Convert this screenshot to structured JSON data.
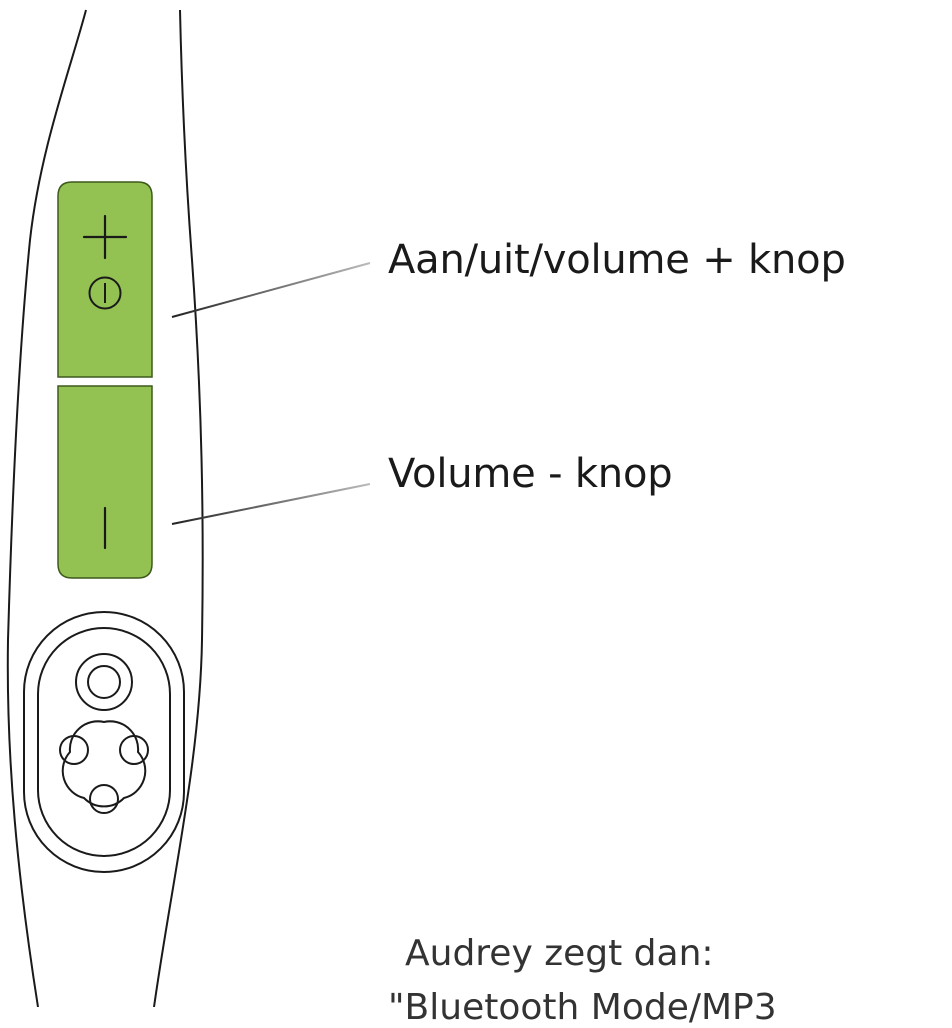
{
  "labels": {
    "power_volume_up": "Aan/uit/volume + knop",
    "volume_down": "Volume - knop"
  },
  "note": {
    "line1": "Audrey zegt dan:",
    "line2": "\"Bluetooth Mode/MP3"
  },
  "colors": {
    "button_fill": "#93c152",
    "button_stroke": "#3d5a1c",
    "outline": "#1a1a1a",
    "leader_line": "#555555"
  },
  "icons": {
    "volume_up": "plus-icon",
    "power": "power-icon",
    "volume_down": "minus-icon",
    "charging_port": "magnetic-charging-port-icon"
  }
}
